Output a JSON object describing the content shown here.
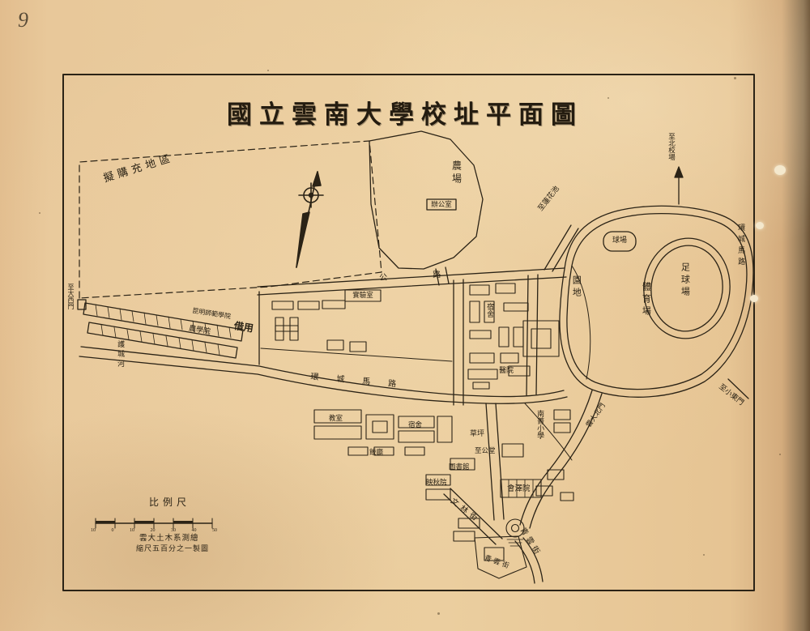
{
  "page": {
    "margin_note": "9"
  },
  "title": {
    "text": "國立雲南大學校址平面圖"
  },
  "labels": {
    "planned_area": "擬購充地區",
    "farm": "農場",
    "office": "辦公室",
    "to_north_ground": "至北校場",
    "to_lotus_pond": "至蓮花池",
    "ring_road": "環城馬路",
    "highway": "公路",
    "moat": "護城河",
    "ball_court": "球場",
    "football_field": "足球場",
    "sports_ground": "體育場",
    "garden_plot": "園地",
    "to_small_east_gate": "至小東門",
    "to_great_west_gate": "至大西門",
    "normal_college": "昆明師範學院",
    "borrowed": "借用",
    "agri_college": "農學院",
    "lab": "實驗室",
    "dorm": "宿舍",
    "hospital": "醫院",
    "classroom": "教室",
    "dining": "飯廳",
    "lawn": "草坪",
    "zhigong_hall": "至公堂",
    "library": "圖書館",
    "huize_hall": "會澤院",
    "yingqiu_hall": "映秋院",
    "nanjing_school": "南菁小學",
    "north_gate": "雲大北門",
    "wenlin_street": "文林街",
    "qingyun_street": "青雲街"
  },
  "scale": {
    "label": "比例尺",
    "ticks": [
      "10",
      "0",
      "10",
      "20",
      "30",
      "40",
      "50"
    ],
    "note1": "雲大土木系測繪",
    "note2": "縮尺五百分之一製圖"
  }
}
